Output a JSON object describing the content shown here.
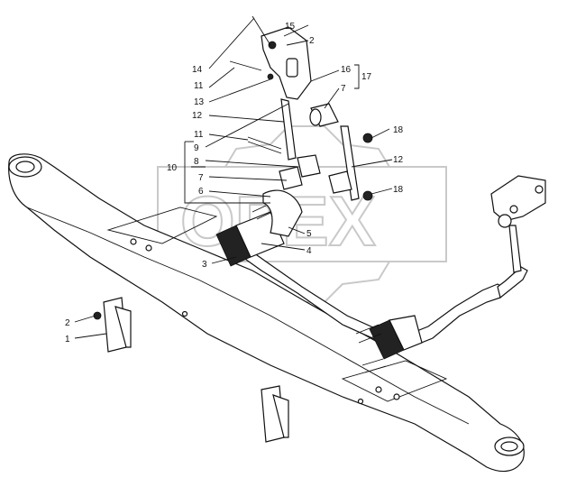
{
  "watermark": {
    "text": "OPEX"
  },
  "callouts": [
    {
      "id": "c15",
      "text": "15"
    },
    {
      "id": "c2a",
      "text": "2"
    },
    {
      "id": "c14",
      "text": "14"
    },
    {
      "id": "c11a",
      "text": "11"
    },
    {
      "id": "c13",
      "text": "13"
    },
    {
      "id": "c16",
      "text": "16"
    },
    {
      "id": "c17",
      "text": "17"
    },
    {
      "id": "c7a",
      "text": "7"
    },
    {
      "id": "c12a",
      "text": "12"
    },
    {
      "id": "c18a",
      "text": "18"
    },
    {
      "id": "c11b",
      "text": "11"
    },
    {
      "id": "c9",
      "text": "9"
    },
    {
      "id": "c8",
      "text": "8"
    },
    {
      "id": "c10",
      "text": "10"
    },
    {
      "id": "c7b",
      "text": "7"
    },
    {
      "id": "c12b",
      "text": "12"
    },
    {
      "id": "c6",
      "text": "6"
    },
    {
      "id": "c18b",
      "text": "18"
    },
    {
      "id": "c5",
      "text": "5"
    },
    {
      "id": "c4",
      "text": "4"
    },
    {
      "id": "c3",
      "text": "3"
    },
    {
      "id": "c2b",
      "text": "2"
    },
    {
      "id": "c1",
      "text": "1"
    }
  ]
}
